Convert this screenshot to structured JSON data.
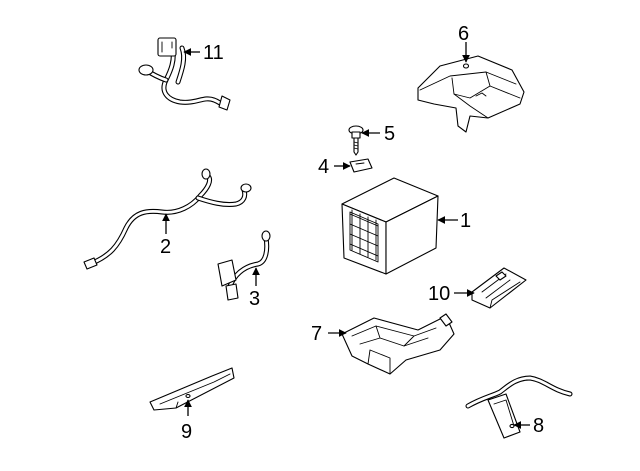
{
  "callouts": {
    "c1": "1",
    "c2": "2",
    "c3": "3",
    "c4": "4",
    "c5": "5",
    "c6": "6",
    "c7": "7",
    "c8": "8",
    "c9": "9",
    "c10": "10",
    "c11": "11"
  },
  "colors": {
    "line": "#000000",
    "background": "#ffffff"
  }
}
